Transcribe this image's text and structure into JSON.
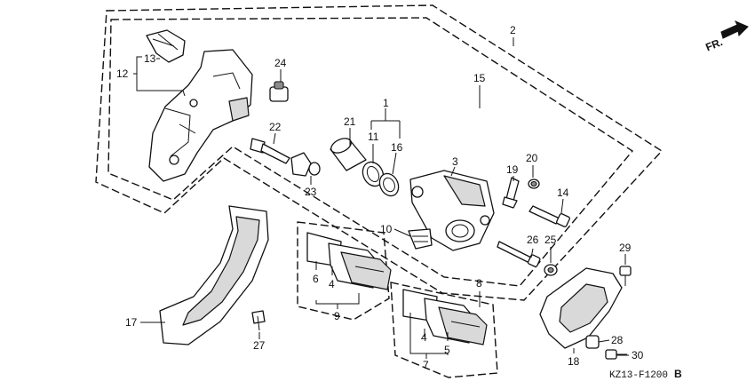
{
  "direction_label": "FR.",
  "diagram_code": "KZ13-F1200",
  "diagram_code_suffix": "B",
  "labels": {
    "p1": "1",
    "p2": "2",
    "p3": "3",
    "p4a": "4",
    "p4b": "4",
    "p5": "5",
    "p6": "6",
    "p7": "7",
    "p8": "8",
    "p9": "9",
    "p10": "10",
    "p11": "11",
    "p12": "12",
    "p13": "13",
    "p14": "14",
    "p15": "15",
    "p16": "16",
    "p17": "17",
    "p18": "18",
    "p19": "19",
    "p20": "20",
    "p21": "21",
    "p22": "22",
    "p23": "23",
    "p24": "24",
    "p25": "25",
    "p26": "26",
    "p27": "27",
    "p28": "28",
    "p29": "29",
    "p30": "30"
  }
}
